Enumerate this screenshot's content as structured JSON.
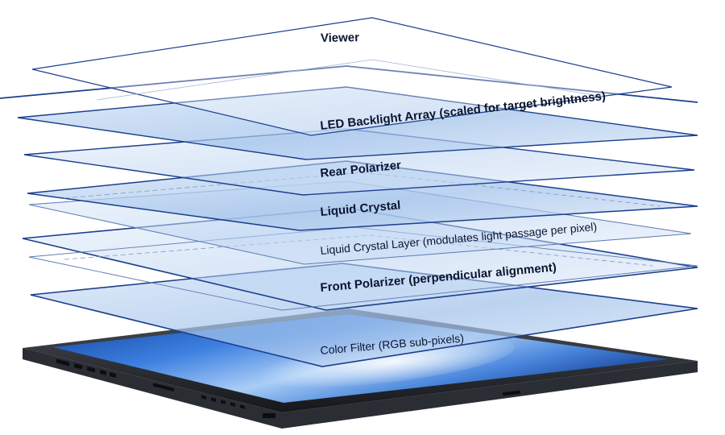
{
  "diagram": {
    "labels": {
      "viewer": "Viewer",
      "led_backlight": "LED Backlight Array (scaled for target brightness)",
      "rear_polarizer": "Rear Polarizer",
      "liquid_crystal": "Liquid Crystal",
      "liquid_crystal_layer": "Liquid Crystal Layer (modulates light passage per pixel)",
      "front_polarizer": "Front Polarizer (perpendicular alignment)",
      "color_filter": "Color Filter (RGB sub-pixels)"
    },
    "colors": {
      "outline_dark": "#1b3f8c",
      "outline_light": "#5d79b3",
      "glass_fill": "#c9dcf4",
      "screen_blue": "#2f6fd0",
      "bezel": "#24272d"
    }
  }
}
